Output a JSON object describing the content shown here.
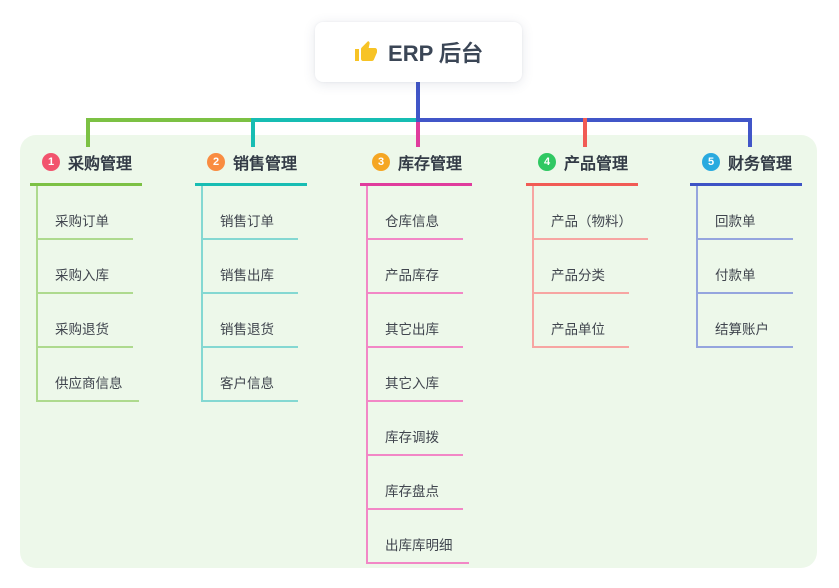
{
  "root": {
    "title": "ERP 后台",
    "icon": "thumbs-up-icon"
  },
  "colors": {
    "panel_background": "#edf8ea",
    "connector_blue": "#4156c8",
    "branch1_line": "#7cc144",
    "branch2_line": "#17bdb3",
    "branch3_line": "#e03c9d",
    "branch4_line": "#f15b55",
    "branch5_line": "#3d53c5",
    "badge1": "#f2536d",
    "badge2": "#f98c41",
    "badge3": "#f5a623",
    "badge4": "#2fc862",
    "badge5": "#29aadf"
  },
  "branches": [
    {
      "num": "1",
      "label": "采购管理",
      "items": [
        "采购订单",
        "采购入库",
        "采购退货",
        "供应商信息"
      ]
    },
    {
      "num": "2",
      "label": "销售管理",
      "items": [
        "销售订单",
        "销售出库",
        "销售退货",
        "客户信息"
      ]
    },
    {
      "num": "3",
      "label": "库存管理",
      "items": [
        "仓库信息",
        "产品库存",
        "其它出库",
        "其它入库",
        "库存调拨",
        "库存盘点",
        "出库库明细"
      ]
    },
    {
      "num": "4",
      "label": "产品管理",
      "items": [
        "产品（物料）",
        "产品分类",
        "产品单位"
      ]
    },
    {
      "num": "5",
      "label": "财务管理",
      "items": [
        "回款单",
        "付款单",
        "结算账户"
      ]
    }
  ]
}
